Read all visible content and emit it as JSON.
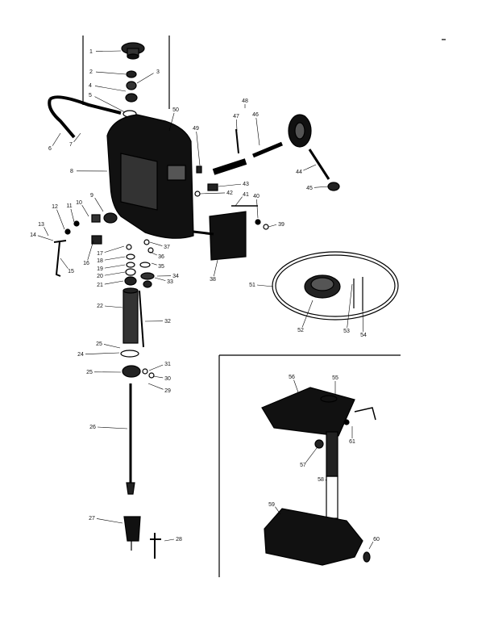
{
  "callouts": [
    {
      "id": "c1",
      "label": "1"
    },
    {
      "id": "c2",
      "label": "2"
    },
    {
      "id": "c3",
      "label": "3"
    },
    {
      "id": "c4",
      "label": "4"
    },
    {
      "id": "c5",
      "label": "5"
    },
    {
      "id": "c6",
      "label": "6"
    },
    {
      "id": "c7",
      "label": "7"
    },
    {
      "id": "c8",
      "label": "8"
    },
    {
      "id": "c9",
      "label": "9"
    },
    {
      "id": "c10",
      "label": "10"
    },
    {
      "id": "c11",
      "label": "11"
    },
    {
      "id": "c12",
      "label": "12"
    },
    {
      "id": "c13",
      "label": "13"
    },
    {
      "id": "c14",
      "label": "14"
    },
    {
      "id": "c15",
      "label": "15"
    },
    {
      "id": "c16",
      "label": "16"
    },
    {
      "id": "c17",
      "label": "17"
    },
    {
      "id": "c18",
      "label": "18"
    },
    {
      "id": "c19",
      "label": "19"
    },
    {
      "id": "c20",
      "label": "20"
    },
    {
      "id": "c21",
      "label": "21"
    },
    {
      "id": "c22",
      "label": "22"
    },
    {
      "id": "c24",
      "label": "24"
    },
    {
      "id": "c25a",
      "label": "25"
    },
    {
      "id": "c25b",
      "label": "25"
    },
    {
      "id": "c26",
      "label": "26"
    },
    {
      "id": "c27",
      "label": "27"
    },
    {
      "id": "c28",
      "label": "28"
    },
    {
      "id": "c29",
      "label": "29"
    },
    {
      "id": "c30",
      "label": "30"
    },
    {
      "id": "c31",
      "label": "31"
    },
    {
      "id": "c32",
      "label": "32"
    },
    {
      "id": "c33",
      "label": "33"
    },
    {
      "id": "c34",
      "label": "34"
    },
    {
      "id": "c35",
      "label": "35"
    },
    {
      "id": "c36",
      "label": "36"
    },
    {
      "id": "c37",
      "label": "37"
    },
    {
      "id": "c38",
      "label": "38"
    },
    {
      "id": "c39",
      "label": "39"
    },
    {
      "id": "c40",
      "label": "40"
    },
    {
      "id": "c41",
      "label": "41"
    },
    {
      "id": "c42",
      "label": "42"
    },
    {
      "id": "c43",
      "label": "43"
    },
    {
      "id": "c44",
      "label": "44"
    },
    {
      "id": "c45",
      "label": "45"
    },
    {
      "id": "c46",
      "label": "46"
    },
    {
      "id": "c47",
      "label": "47"
    },
    {
      "id": "c48",
      "label": "48"
    },
    {
      "id": "c49",
      "label": "49"
    },
    {
      "id": "c50",
      "label": "50"
    },
    {
      "id": "c51",
      "label": "51"
    },
    {
      "id": "c52",
      "label": "52"
    },
    {
      "id": "c53",
      "label": "53"
    },
    {
      "id": "c54",
      "label": "54"
    },
    {
      "id": "c55",
      "label": "55"
    },
    {
      "id": "c56",
      "label": "56"
    },
    {
      "id": "c57",
      "label": "57"
    },
    {
      "id": "c58",
      "label": "58"
    },
    {
      "id": "c59",
      "label": "59"
    },
    {
      "id": "c60",
      "label": "60"
    },
    {
      "id": "c61",
      "label": "61"
    }
  ]
}
